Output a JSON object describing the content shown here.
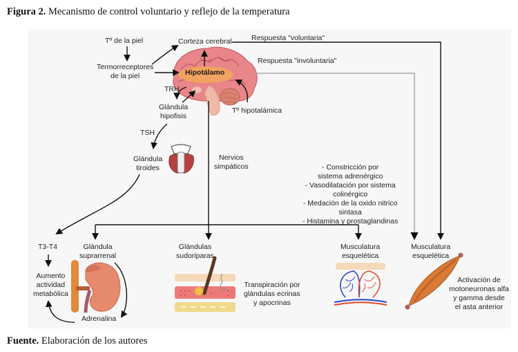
{
  "figure": {
    "title_bold": "Figura 2.",
    "title_rest": " Mecanismo de control voluntario y reflejo de la temperatura",
    "source_bold": "Fuente.",
    "source_rest": " Elaboración de los autores"
  },
  "colors": {
    "panel_bg": "#f7f7f7",
    "arrow_black": "#111111",
    "arrow_gray": "#a8a8a8",
    "brain_pink": "#e8868a",
    "hypothalamus_orange": "#f2a65a",
    "thyroid_red": "#b8403f",
    "kidney_salmon": "#e58a6d",
    "muscle_orange": "#d97a35",
    "artery_red": "#e04a2a",
    "vein_blue": "#2745c9"
  },
  "nodes": {
    "skin_temp": "Tº de la piel",
    "skin_thermoreceptors": [
      "Termorreceptores",
      "de la piel"
    ],
    "cerebral_cortex": "Corteza cerebral",
    "hypothalamus": "Hipotálamo",
    "hypothalamic_temp": "Tº hipotalámica",
    "trh": "TRH",
    "pituitary": [
      "Glándula",
      "hipofisis"
    ],
    "tsh": "TSH",
    "thyroid": [
      "Glándula",
      "tiroides"
    ],
    "sympathetic_nerves": [
      "Nervios",
      "simpáticos"
    ],
    "voluntary_response": "Respuesta \"voluntaria\"",
    "involuntary_response": "Respuesta \"involuntaria\"",
    "vascular_mechanisms": [
      "- Constricción por",
      "sistema adrenérgico",
      "- Vasodilatación por sistema",
      "colinérgico",
      "- Medación de la oxido nitrico",
      "sintasa",
      "- Histamina y prostaglandinas"
    ],
    "t3_t4": "T3-T4",
    "metabolic_increase": [
      "Aumento",
      "actividad",
      "metabólica"
    ],
    "adrenal_gland": [
      "Glándula",
      "suprarrenal"
    ],
    "adrenaline": "Adrenalina",
    "sweat_glands": [
      "Glándulas",
      "sudoriparas"
    ],
    "perspiration": [
      "Transpiración por",
      "glándulas ecrinas",
      "y apocrinas"
    ],
    "skeletal_muscle_vascular": [
      "Musculatura",
      "esquelética"
    ],
    "skeletal_muscle": [
      "Musculatura",
      "esquelética"
    ],
    "motoneuron_activation": [
      "Activación de",
      "motoneuronas alfa",
      "y gamma desde",
      "el asta anterior"
    ]
  }
}
